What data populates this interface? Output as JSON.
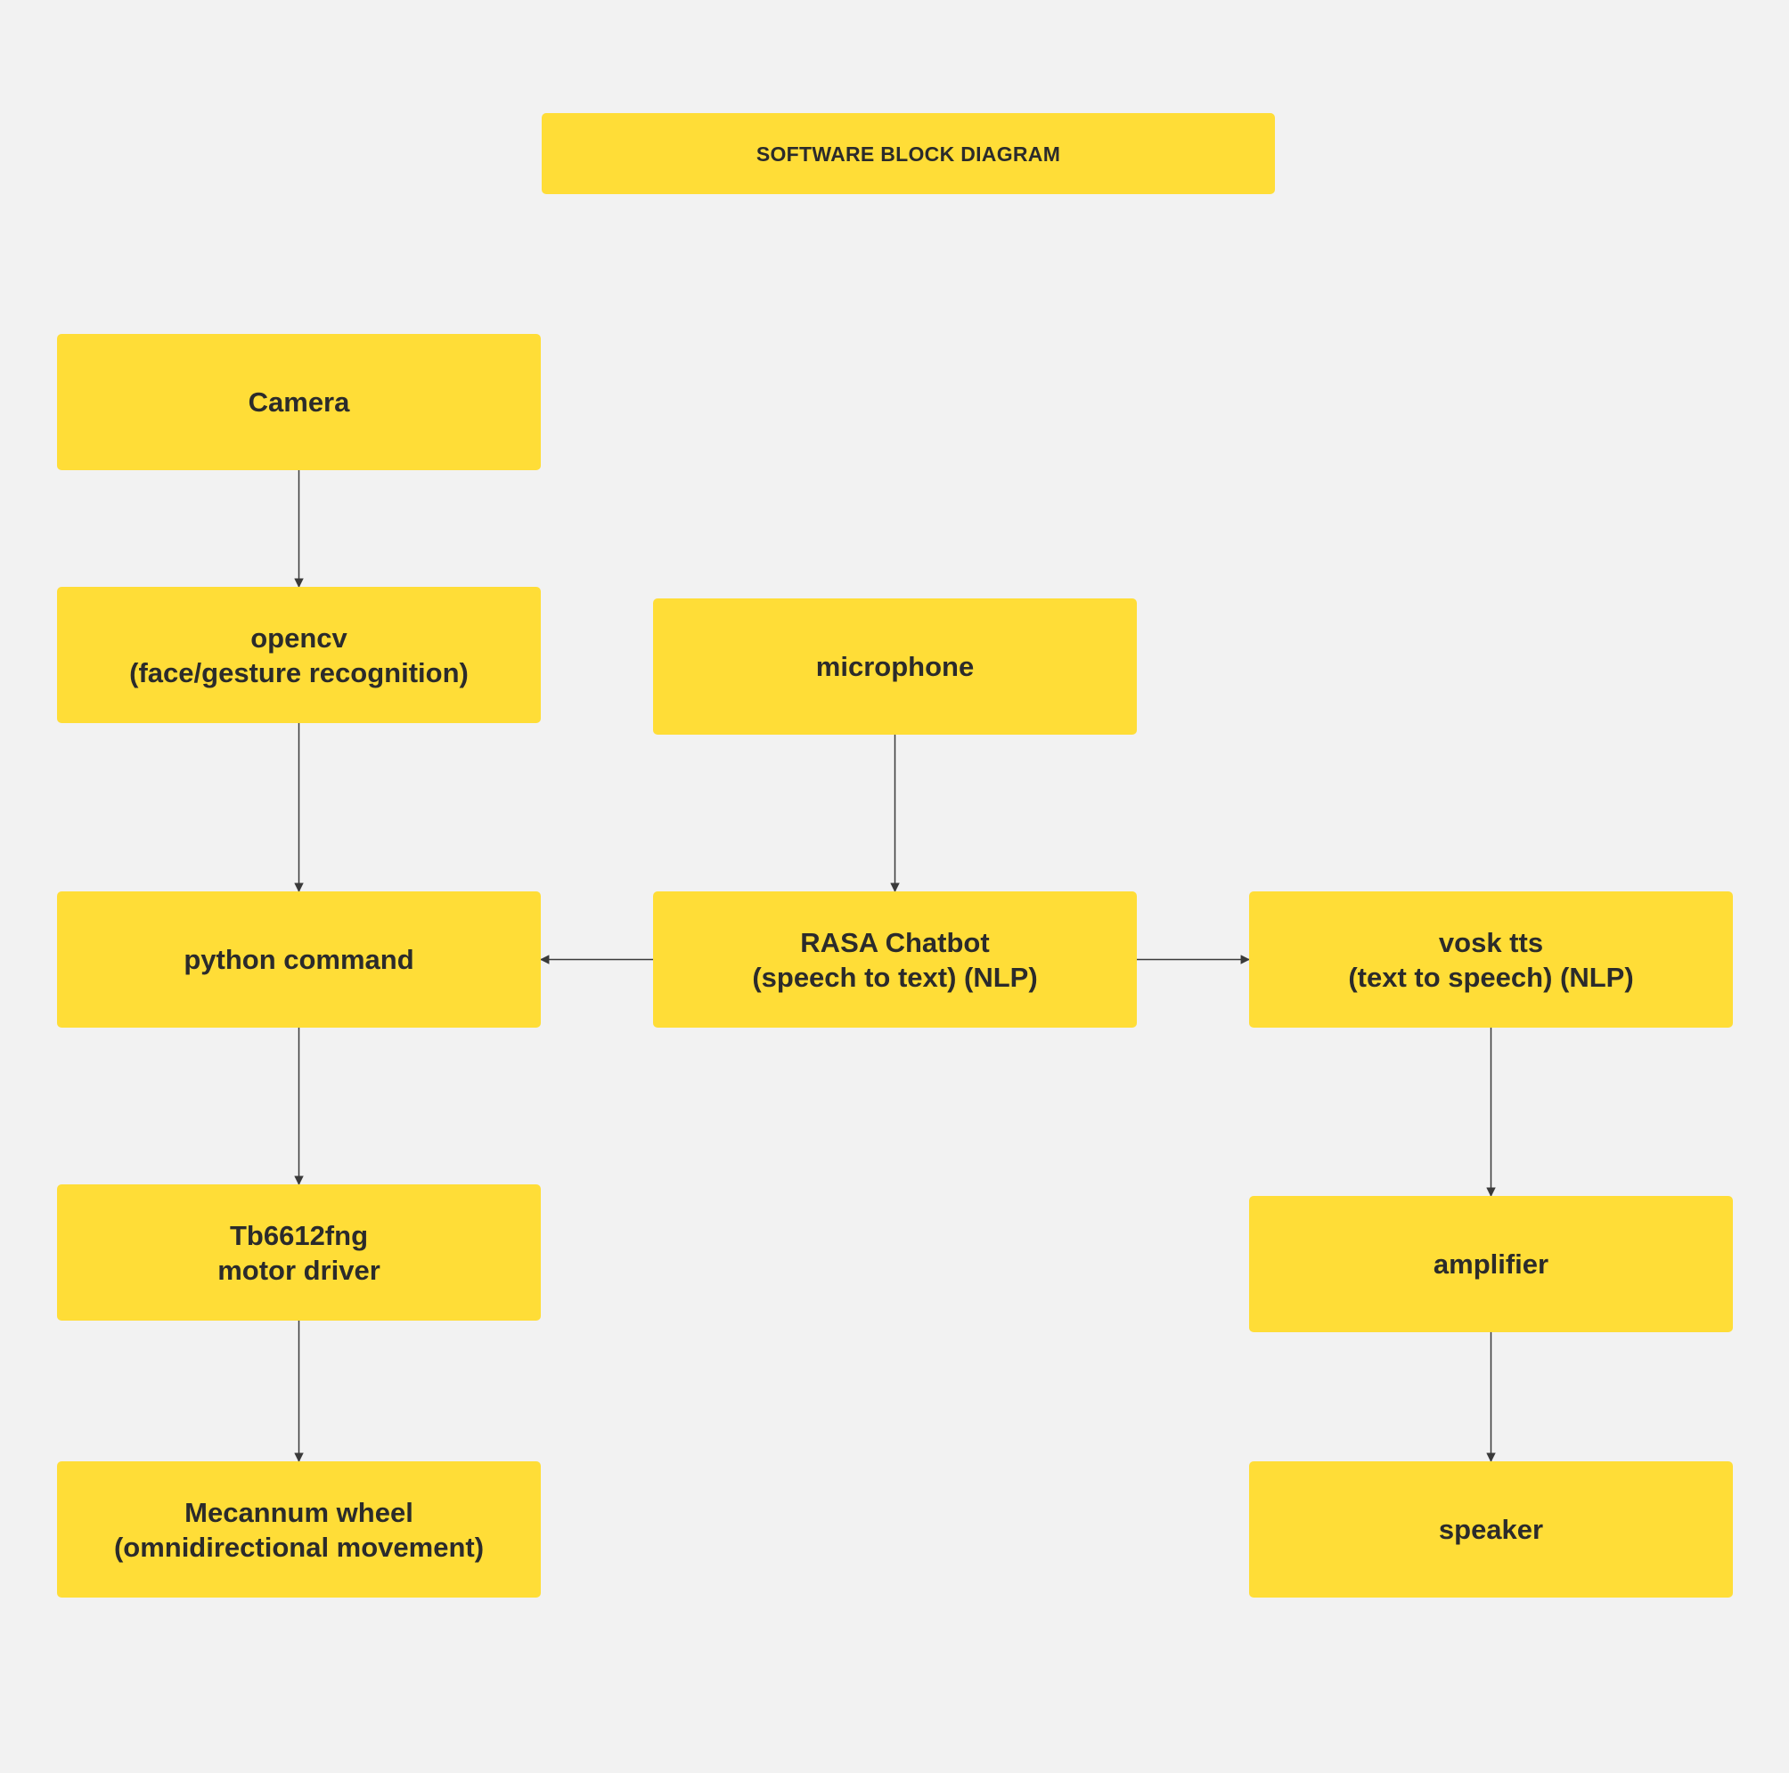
{
  "diagram": {
    "title": "SOFTWARE BLOCK DIAGRAM",
    "blocks": {
      "camera": "Camera",
      "opencv": "opencv\n(face/gesture recognition)",
      "microphone": "microphone",
      "python_command": "python command",
      "rasa_chatbot": "RASA Chatbot\n(speech to text)  (NLP)",
      "vosk_tts": "vosk tts\n(text to speech) (NLP)",
      "motor_driver": "Tb6612fng\nmotor driver",
      "amplifier": "amplifier",
      "mecannum_wheel": "Mecannum wheel\n(omnidirectional movement)",
      "speaker": "speaker"
    },
    "connections": [
      {
        "from": "camera",
        "to": "opencv"
      },
      {
        "from": "opencv",
        "to": "python_command"
      },
      {
        "from": "microphone",
        "to": "rasa_chatbot"
      },
      {
        "from": "rasa_chatbot",
        "to": "python_command"
      },
      {
        "from": "rasa_chatbot",
        "to": "vosk_tts"
      },
      {
        "from": "python_command",
        "to": "motor_driver"
      },
      {
        "from": "motor_driver",
        "to": "mecannum_wheel"
      },
      {
        "from": "vosk_tts",
        "to": "amplifier"
      },
      {
        "from": "amplifier",
        "to": "speaker"
      }
    ],
    "colors": {
      "background": "#f2f2f2",
      "block_fill": "#ffdd37",
      "text": "#2b2b2b",
      "connector": "#3a3a3a"
    }
  }
}
